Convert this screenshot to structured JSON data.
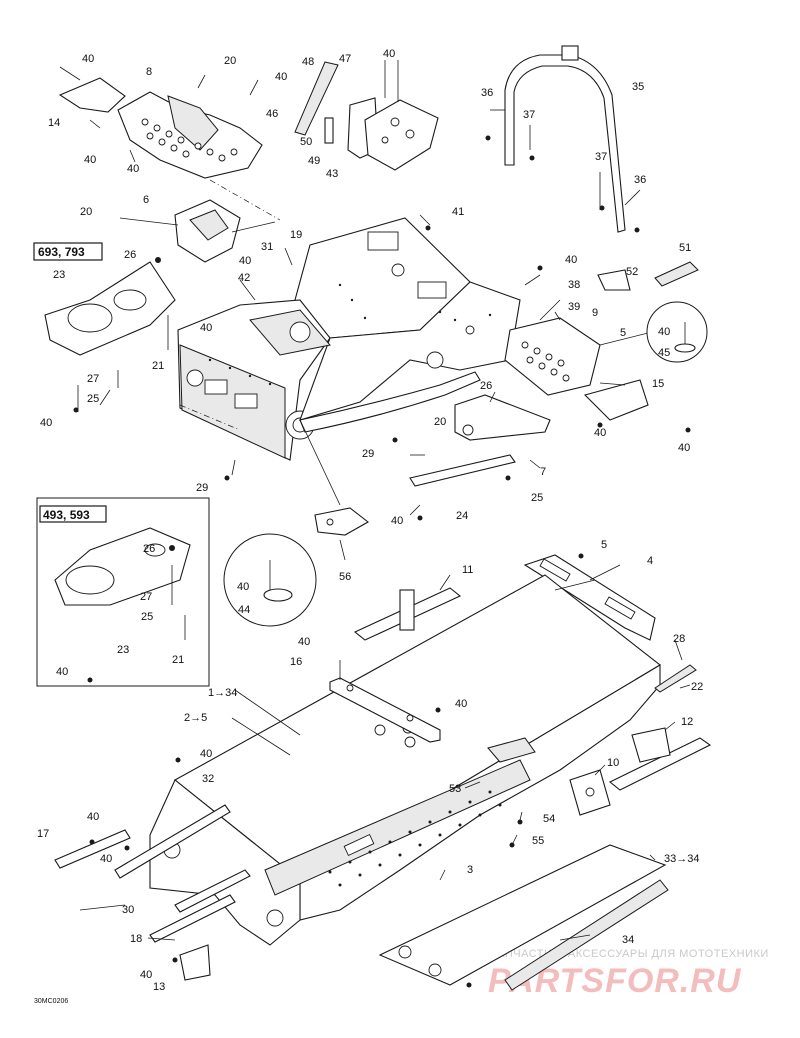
{
  "variant_labels": {
    "upper_box": "693, 793",
    "lower_box": "493, 593"
  },
  "callouts": {
    "c1_34": "1→34",
    "c2_5": "2→5",
    "c3": "3",
    "c4": "4",
    "c5a": "5",
    "c5b": "5",
    "c6": "6",
    "c7": "7",
    "c8": "8",
    "c9": "9",
    "c10": "10",
    "c11": "11",
    "c12": "12",
    "c13": "13",
    "c14": "14",
    "c15": "15",
    "c16": "16",
    "c17": "17",
    "c18": "18",
    "c19": "19",
    "c20a": "20",
    "c20b": "20",
    "c20c": "20",
    "c21a": "21",
    "c21b": "21",
    "c22": "22",
    "c23a": "23",
    "c23b": "23",
    "c24": "24",
    "c25a": "25",
    "c25b": "25",
    "c25c": "25",
    "c26a": "26",
    "c26b": "26",
    "c26c": "26",
    "c27a": "27",
    "c27b": "27",
    "c28": "28",
    "c29a": "29",
    "c29b": "29",
    "c30": "30",
    "c31": "31",
    "c32": "32",
    "c33_34": "33→34",
    "c34": "34",
    "c35": "35",
    "c36a": "36",
    "c36b": "36",
    "c37a": "37",
    "c37b": "37",
    "c38": "38",
    "c39": "39",
    "c40_01": "40",
    "c40_02": "40",
    "c40_03": "40",
    "c40_04": "40",
    "c40_05": "40",
    "c40_06": "40",
    "c40_07": "40",
    "c40_08": "40",
    "c40_09": "40",
    "c40_10": "40",
    "c40_11": "40",
    "c40_12": "40",
    "c40_13": "40",
    "c40_14": "40",
    "c40_15": "40",
    "c40_16": "40",
    "c40_17": "40",
    "c40_18": "40",
    "c40_19": "40",
    "c40_20": "40",
    "c40_21": "40",
    "c41": "41",
    "c42": "42",
    "c43": "43",
    "c44": "44",
    "c45": "45",
    "c46": "46",
    "c47": "47",
    "c48": "48",
    "c49": "49",
    "c50": "50",
    "c51": "51",
    "c52": "52",
    "c53": "53",
    "c54": "54",
    "c55": "55",
    "c56": "56"
  },
  "drawing_ref": "30MC0206",
  "watermark": {
    "tagline": "ЗАПЧАСТИ И АКСЕССУАРЫ ДЛЯ МОТОТЕХНИКИ",
    "brand": "PARTSFOR.RU"
  }
}
